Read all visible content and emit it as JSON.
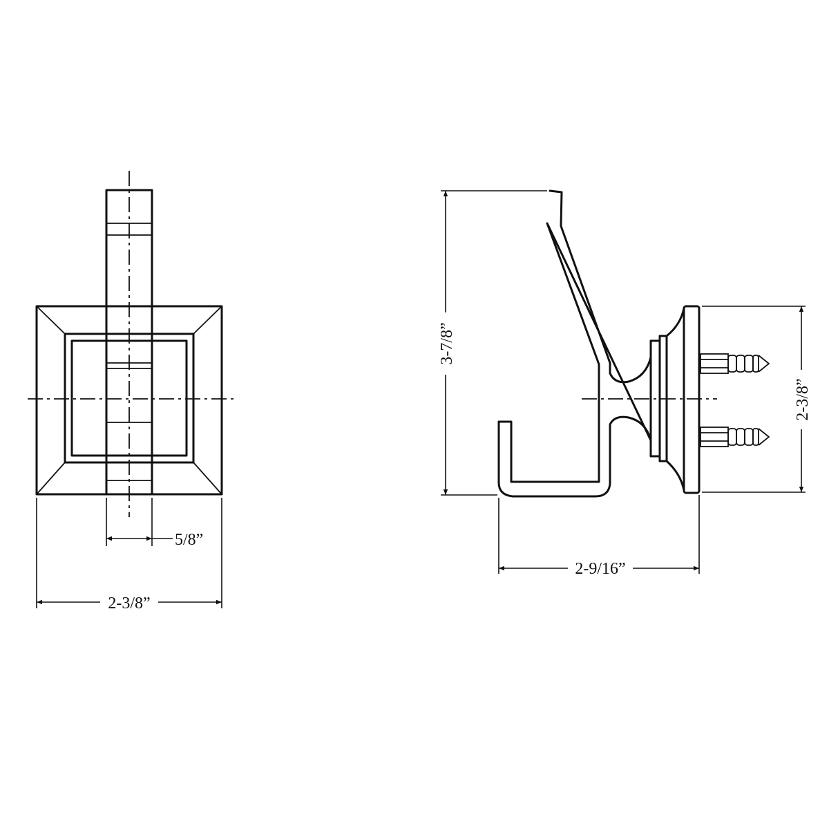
{
  "drawing": {
    "front_view": {
      "dimensions": {
        "arm_width": "5/8”",
        "overall_width": "2-3/8”"
      }
    },
    "side_view": {
      "dimensions": {
        "overall_height": "3-7/8”",
        "base_height": "2-3/8”",
        "projection": "2-9/16”"
      }
    }
  }
}
